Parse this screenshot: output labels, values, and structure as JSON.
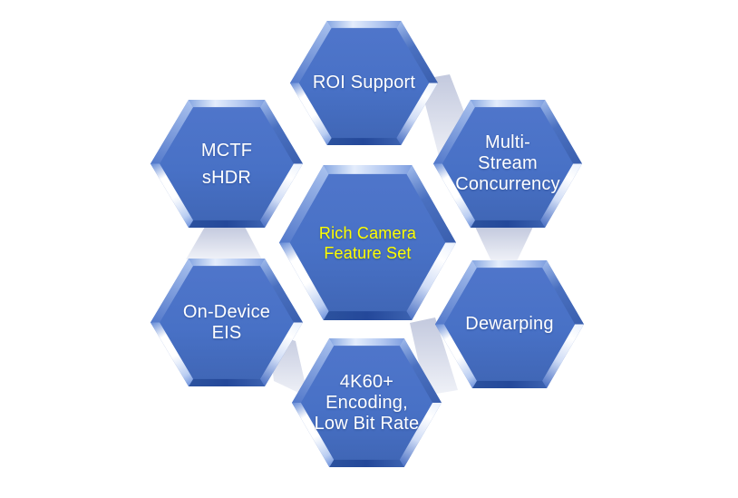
{
  "diagram": {
    "type": "hexagon-cluster",
    "center": {
      "id": "rich-camera-feature-set",
      "label": "Rich Camera\nFeature Set"
    },
    "nodes": [
      {
        "id": "roi-support",
        "label": "ROI Support"
      },
      {
        "id": "multi-stream-concurrency",
        "label": "Multi-\nStream\nConcurrency"
      },
      {
        "id": "dewarping",
        "label": "Dewarping"
      },
      {
        "id": "4k60-encoding-low-bit-rate",
        "label": "4K60+\nEncoding,\nLow Bit Rate"
      },
      {
        "id": "on-device-eis",
        "label": "On-Device\nEIS"
      },
      {
        "id": "mctf-shdr",
        "label": "MCTF\nsHDR"
      }
    ]
  },
  "colors": {
    "background": "#ffffff",
    "hex_fill": "#4a72c6",
    "hex_fill_dark": "#3f65b4",
    "bevel_light": "#b8ccf0",
    "bevel_glint": "#ffffff",
    "bevel_dark": "#24489a",
    "connector_shadow": "#c6cce0",
    "node_text": "#ffffff",
    "center_text": "#ffff00"
  }
}
